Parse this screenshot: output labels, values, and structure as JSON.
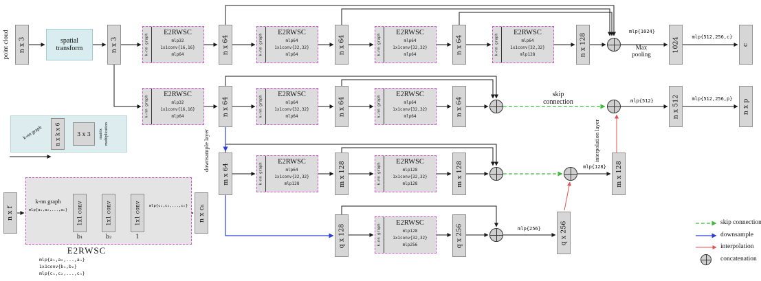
{
  "colors": {
    "box_fill": "#d6d6d6",
    "block_border": "#d053d0",
    "spatial_fill": "#d9ecef",
    "skip_color": "#3dbb3d",
    "downsample_color": "#2b3fd6",
    "interpolation_color": "#e05252"
  },
  "row1": {
    "point_cloud": "point cloud",
    "dim_in": "n x 3",
    "spatial_transform": "spatial transform",
    "dim_transformed": "n x 3",
    "blocks": [
      {
        "title": "E2RWSC",
        "side": "k-nn graph",
        "lines": [
          "mlp32",
          "1x1conv{16,16}",
          "mlp64"
        ]
      },
      {
        "title": "E2RWSC",
        "side": "k-nn graph",
        "lines": [
          "mlp64",
          "1x1conv{32,32}",
          "mlp64"
        ]
      },
      {
        "title": "E2RWSC",
        "side": "k-nn graph",
        "lines": [
          "mlp64",
          "1x1conv{32,32}",
          "mlp64"
        ]
      },
      {
        "title": "E2RWSC",
        "side": "k-nn graph",
        "lines": [
          "mlp64",
          "1x1conv{32,32}",
          "mlp128"
        ]
      }
    ],
    "dims": [
      "n x 64",
      "n x 64",
      "n x 64",
      "n x 128"
    ],
    "mlp_global": "mlp{1024}",
    "max_pooling": "Max pooling",
    "dim_global": "1024",
    "mlp_head": "mlp{512,256,c}",
    "dim_out": "c"
  },
  "row2": {
    "blocks": [
      {
        "title": "E2RWSC",
        "side": "k-nn graph",
        "lines": [
          "mlp32",
          "1x1conv{16,16}",
          "mlp64"
        ]
      },
      {
        "title": "E2RWSC",
        "side": "k-nn graph",
        "lines": [
          "mlp64",
          "1x1conv{32,32}",
          "mlp64"
        ]
      },
      {
        "title": "E2RWSC",
        "side": "k-nn graph",
        "lines": [
          "mlp64",
          "1x1conv{32,32}",
          "mlp64"
        ]
      }
    ],
    "dims": [
      "n x 64",
      "n x 64",
      "n x 64"
    ],
    "skip_label": "skip connection",
    "mlp_fuse": "mlp{512}",
    "dim_fused": "n x 512",
    "mlp_head": "mlp{512,256,p}",
    "dim_out": "n x p"
  },
  "row3": {
    "downsample_label": "downsample layer",
    "blocks": [
      {
        "title": "E2RWSC",
        "side": "k-nn graph",
        "lines": [
          "mlp64",
          "1x1conv{32,32}",
          "mlp128"
        ]
      },
      {
        "title": "E2RWSC",
        "side": "k-nn graph",
        "lines": [
          "mlp128",
          "1x1conv{32,32}",
          "mlp128"
        ]
      }
    ],
    "dims": [
      "m x 64",
      "m x 128",
      "m x 128"
    ],
    "mlp_fuse": "mlp{128}",
    "dim_fused": "m x 128",
    "interpolation_label": "interpolation layer"
  },
  "row4": {
    "blocks": [
      {
        "title": "E2RWSC",
        "side": "k-nn graph",
        "lines": [
          "mlp128",
          "1x1conv{32,32}",
          "mlp256"
        ]
      }
    ],
    "dims": [
      "q x 128",
      "q x 256"
    ],
    "mlp_fuse": "mlp{256}",
    "dim_fused": "q x 256"
  },
  "spatial_detail": {
    "knn": "k-nn graph",
    "dim": "n x k x 6",
    "matrix": "3 x 3",
    "multiply": "matrix multiplication"
  },
  "e2rwsc_detail": {
    "dim_in": "n x f",
    "knn": "k-nn graph",
    "mlp_a": "mlp{a₁,a₂,...,aₙ}",
    "convs": [
      "1x1 conv",
      "1x1 conv",
      "1x1 conv"
    ],
    "conv_labels": [
      "b₁",
      "b₂",
      "1"
    ],
    "mlp_c": "mlp{c₁,c₂,...,cₙ}",
    "dim_out": "n x cₕ",
    "title": "E2RWSC",
    "formula": [
      "mlp{a₁,a₂,...,aₙ}",
      "1x1conv{b₁,b₂}",
      "mlp{c₁,c₂,...,cₙ}"
    ]
  },
  "legend": {
    "items": [
      {
        "label": "skip connection"
      },
      {
        "label": "downsample"
      },
      {
        "label": "interpolation"
      },
      {
        "label": "concatenation"
      }
    ]
  }
}
